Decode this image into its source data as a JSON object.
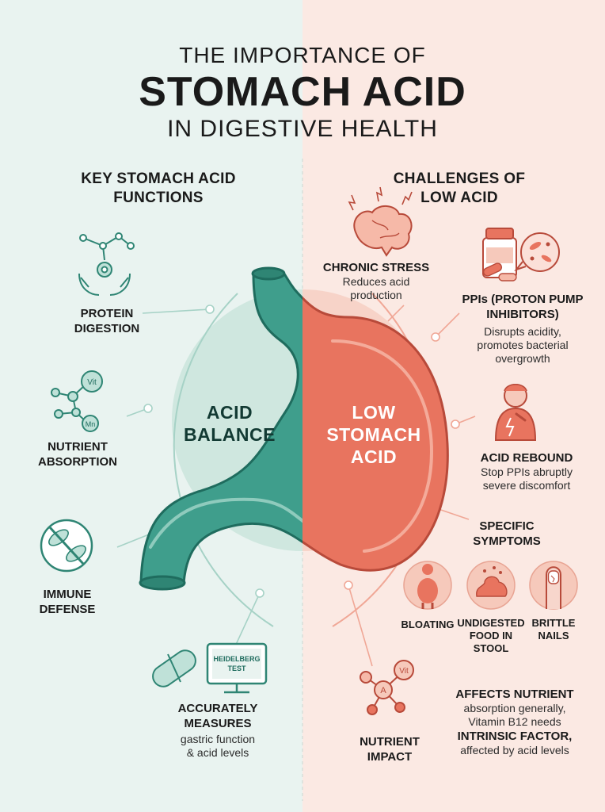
{
  "header": {
    "line1": "THE IMPORTANCE OF",
    "line2": "STOMACH ACID",
    "line3": "IN DIGESTIVE HEALTH"
  },
  "left": {
    "heading": [
      "KEY STOMACH ACID",
      "FUNCTIONS"
    ],
    "protein": [
      "PROTEIN",
      "DIGESTION"
    ],
    "nutrient": [
      "NUTRIENT",
      "ABSORPTION"
    ],
    "nutrient_icon": {
      "vit": "Vit",
      "mn": "Mn"
    },
    "immune": [
      "IMMUNE",
      "DEFENSE"
    ],
    "test_screen": [
      "HEIDELBERG",
      "TEST"
    ],
    "measures": {
      "title": [
        "ACCURATELY",
        "MEASURES"
      ],
      "desc": [
        "gastric function",
        "& acid levels"
      ]
    }
  },
  "center": {
    "acid_balance": [
      "ACID",
      "BALANCE"
    ],
    "low_acid": [
      "LOW",
      "STOMACH",
      "ACID"
    ]
  },
  "right": {
    "heading": [
      "CHALLENGES OF",
      "LOW ACID"
    ],
    "stress": {
      "title": "CHRONIC STRESS",
      "desc": [
        "Reduces acid",
        "production"
      ]
    },
    "ppi": {
      "title": [
        "PPIs (PROTON PUMP",
        "INHIBITORS)"
      ],
      "desc": [
        "Disrupts acidity,",
        "promotes bacterial",
        "overgrowth"
      ]
    },
    "rebound": {
      "title": "ACID REBOUND",
      "desc": [
        "Stop PPIs abruptly",
        "severe discomfort"
      ]
    },
    "symptoms": {
      "title": [
        "SPECIFIC",
        "SYMPTOMS"
      ],
      "bloating": "BLOATING",
      "undigested": [
        "UNDIGESTED",
        "FOOD IN",
        "STOOL"
      ],
      "nails": [
        "BRITTLE",
        "NAILS"
      ]
    },
    "nutrient_impact": {
      "title": [
        "NUTRIENT",
        "IMPACT"
      ],
      "icon": {
        "vit": "Vit",
        "a": "A"
      },
      "line1": "AFFECTS NUTRIENT",
      "line2": "absorption generally,",
      "line3": "Vitamin B12 needs",
      "line4": "INTRINSIC FACTOR,",
      "line5": "affected by acid levels"
    }
  },
  "colors": {
    "teal": "#3f9e8c",
    "teal_dark": "#1f6c5e",
    "coral": "#e8745f",
    "coral_dark": "#b84a3a",
    "bg_left": "#e9f3f0",
    "bg_right": "#fbe9e3"
  }
}
